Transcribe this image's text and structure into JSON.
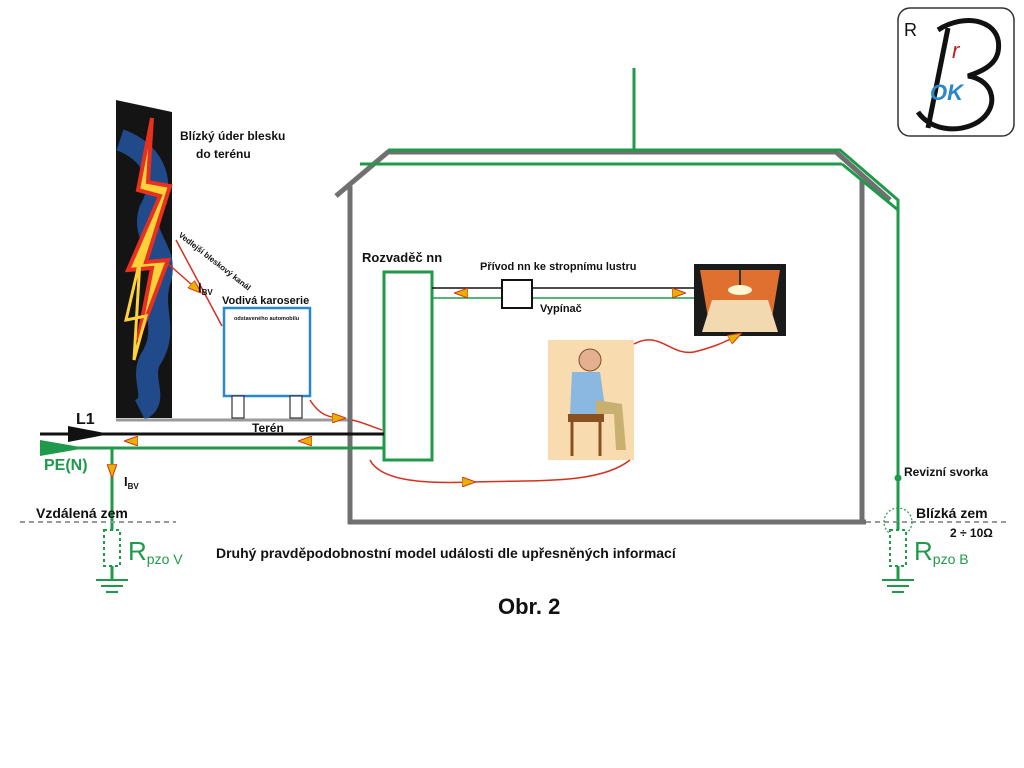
{
  "labels": {
    "lightning_title_1": "Blízký úder blesku",
    "lightning_title_2": "do terénu",
    "side_channel": "Vedlejší bleskový kanál",
    "current_main": "I",
    "current_sub": "BV",
    "car_title": "Vodivá karoserie",
    "car_sub": "odstaveného automobilu",
    "switchboard": "Rozvaděč nn",
    "supply": "Přívod nn ke stropnímu lustru",
    "switch": "Vypínač",
    "l1": "L1",
    "pe": "PE(N)",
    "terrain": "Terén",
    "remote_earth": "Vzdálená zem",
    "near_earth": "Blízká zem",
    "resistance_range": "2 ÷ 10Ω",
    "revision_clamp": "Revizní svorka",
    "r_main": "R",
    "r_remote_sub": "pzo V",
    "r_near_sub": "pzo B",
    "caption": "Druhý pravděpodobnostní model události dle upřesněných informací",
    "figure": "Obr. 2"
  },
  "logo": {
    "letters": [
      "R",
      "r",
      "OK"
    ]
  },
  "colors": {
    "green": "#1f9a4a",
    "red": "#d63020",
    "arrow": "#e8b000",
    "wall": "#707070",
    "car_border": "#2a88c8",
    "dark": "#111111"
  }
}
